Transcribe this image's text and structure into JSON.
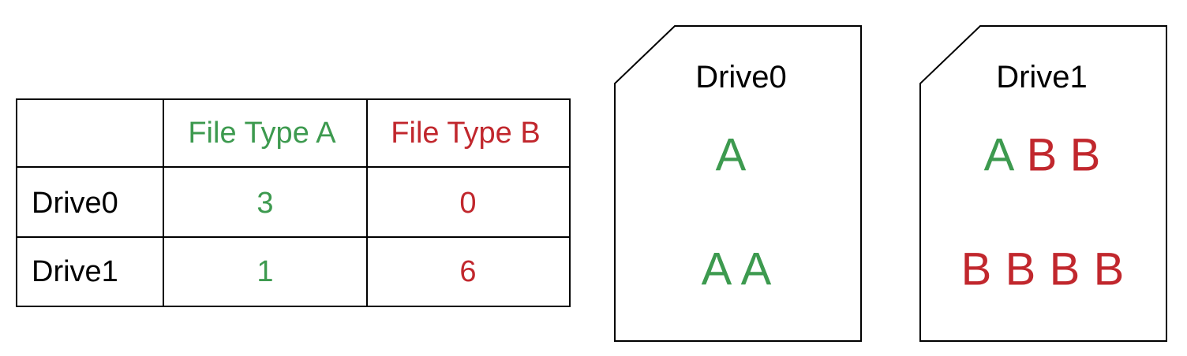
{
  "colors": {
    "type_a": "#3d9a4f",
    "type_b": "#c1272d",
    "line": "#000000",
    "text": "#000000"
  },
  "table": {
    "columns": [
      "",
      "File Type A",
      "File Type B"
    ],
    "rows": [
      {
        "label": "Drive0",
        "type_a": "3",
        "type_b": "0"
      },
      {
        "label": "Drive1",
        "type_a": "1",
        "type_b": "6"
      }
    ]
  },
  "drives": [
    {
      "title": "Drive0",
      "icon": "storage-card-icon",
      "file_rows": [
        [
          {
            "type": "A",
            "label": "A"
          }
        ],
        [
          {
            "type": "A",
            "label": "A"
          },
          {
            "type": "A",
            "label": "A"
          }
        ]
      ]
    },
    {
      "title": "Drive1",
      "icon": "storage-card-icon",
      "file_rows": [
        [
          {
            "type": "A",
            "label": "A"
          },
          {
            "type": "B",
            "label": "B"
          },
          {
            "type": "B",
            "label": "B"
          }
        ],
        [
          {
            "type": "B",
            "label": "B"
          },
          {
            "type": "B",
            "label": "B"
          },
          {
            "type": "B",
            "label": "B"
          },
          {
            "type": "B",
            "label": "B"
          }
        ]
      ]
    }
  ]
}
